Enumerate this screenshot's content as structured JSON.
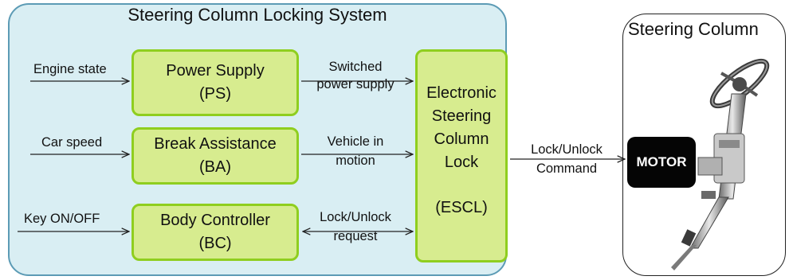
{
  "system": {
    "title": "Steering Column Locking System"
  },
  "blocks": {
    "ps": {
      "line1": "Power Supply",
      "line2": "(PS)"
    },
    "ba": {
      "line1": "Break Assistance",
      "line2": "(BA)"
    },
    "bc": {
      "line1": "Body Controller",
      "line2": "(BC)"
    },
    "escl": {
      "line1": "Electronic",
      "line2": "Steering",
      "line3": "Column",
      "line4": "Lock",
      "line5": "(ESCL)"
    }
  },
  "inputs": {
    "engine_state": "Engine state",
    "car_speed": "Car speed",
    "key": "Key ON/OFF"
  },
  "signals": {
    "switched_1": "Switched",
    "switched_2": "power supply",
    "vehicle_1": "Vehicle in",
    "vehicle_2": "motion",
    "lock_req_1": "Lock/Unlock",
    "lock_req_2": "request",
    "cmd_1": "Lock/Unlock",
    "cmd_2": "Command"
  },
  "steering": {
    "title": "Steering Column",
    "motor": "MOTOR"
  },
  "colors": {
    "system_fill": "#d9eef3",
    "system_border": "#5c9bb5",
    "block_fill": "#d7ec8f",
    "block_border": "#8fce1f"
  }
}
